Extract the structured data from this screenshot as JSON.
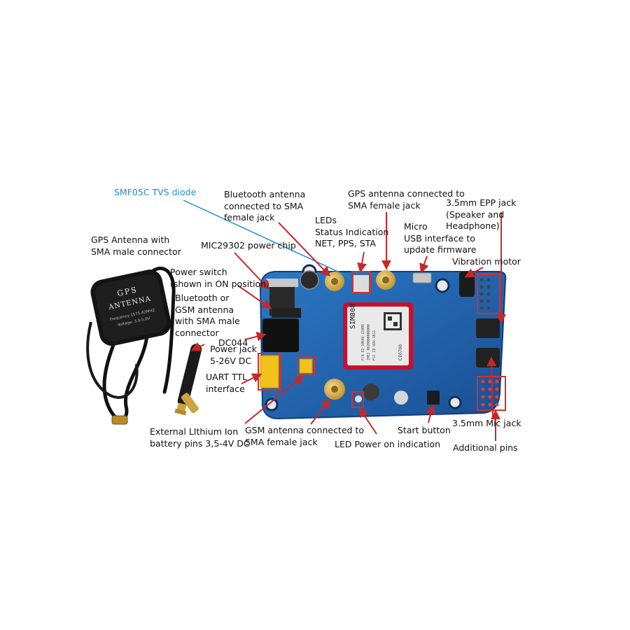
{
  "colors": {
    "arrow": "#c62828",
    "highlight_box": "#d32f2f",
    "tvs_line": "#1e8ed0",
    "pcb_blue": "#1f5fa8",
    "module_red": "#c8102e"
  },
  "antenna": {
    "lines": [
      "GPS",
      "ANTENNA",
      "Frequency 1575.42MHZ",
      "Voltage: 3.0-5.0V"
    ]
  },
  "module": {
    "chip_name": "SIM808",
    "chip_text": [
      "P/N S2-1064U-Z1806",
      "IMEI 8620000000000",
      "FCC ID UDV-1011"
    ],
    "ce_mark": "CE0700"
  },
  "labels": {
    "tvs_diode": "SMF05C TVS diode",
    "bt_sma_jack": "Bluetooth antenna\nconnected to SMA\nfemale jack",
    "gps_sma_jack": "GPS antenna connected to\nSMA female jack",
    "epp_jack": "3.5mm EPP jack\n(Speaker and\nHeadphone)",
    "leds": "LEDs\nStatus Indication\nNET, PPS, STA",
    "micro_usb": "Micro\nUSB interface to\nupdate firmware",
    "gps_antenna": "GPS Antenna with\nSMA male connector",
    "power_chip": "MIC29302 power chip",
    "vibration_motor": "Vibration motor",
    "power_switch": "Power switch\n(shown in ON position)",
    "bt_gsm_antenna": "Bluetooth or\nGSM antenna\nwith SMA male\nconnector",
    "dc044": "DC044",
    "power_jack": "Power jack\n5-26V DC",
    "uart": "UART TTL\ninterface",
    "ext_battery": "External LIthium Ion\nbattery pins 3,5-4V DC",
    "gsm_sma_jack": "GSM antenna connected to\nSMA female jack",
    "start_button": "Start button",
    "led_power": "LED Power on indication",
    "mic_jack": "3.5mm Mic jack",
    "additional_pins": "Additional pins"
  }
}
